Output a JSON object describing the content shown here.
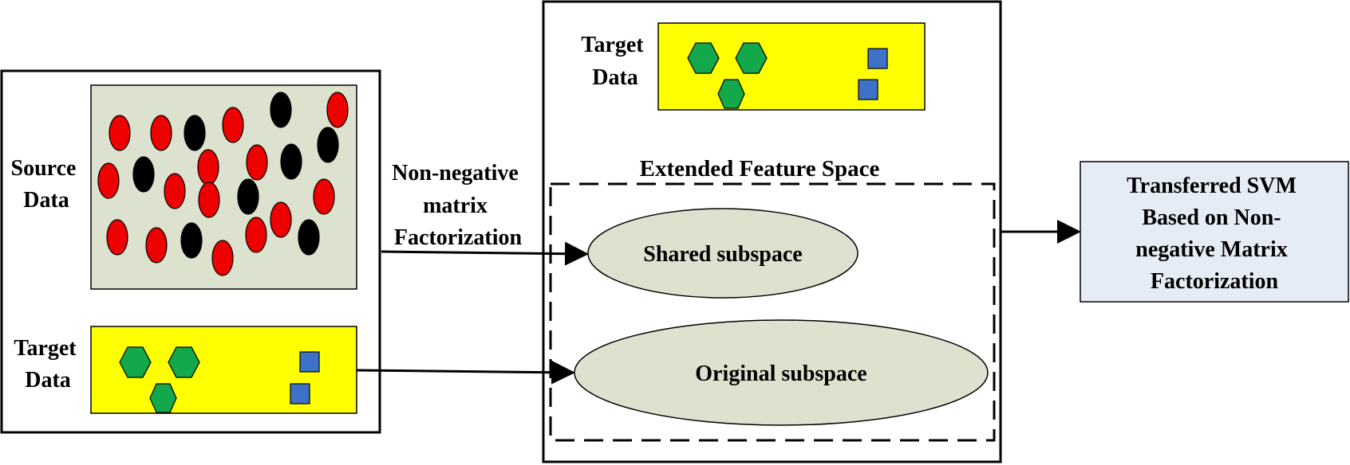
{
  "colors": {
    "gray_panel": "#dde2cf",
    "yellow_panel": "#ffff00",
    "red_ellipse": "#ee0000",
    "black_ellipse": "#000000",
    "green_hexagon": "#13a84a",
    "blue_square": "#3d72c8",
    "ellipse_fill": "#dde2cf",
    "output_box": "#e6ecf6"
  },
  "shapes": {
    "source_red_ellipse": "ellipse",
    "source_black_ellipse": "ellipse",
    "target_hexagon": "hexagon",
    "target_square": "square"
  },
  "left_panel": {
    "source_label": [
      "Source",
      "Data"
    ],
    "target_label": [
      "Target",
      "Data"
    ]
  },
  "nmf_label": [
    "Non-negative",
    "matrix",
    "Factorization"
  ],
  "middle_panel": {
    "target_label": [
      "Target",
      "Data"
    ],
    "extended_space_label": "Extended Feature Space",
    "shared_subspace": "Shared subspace",
    "original_subspace": "Original subspace"
  },
  "output_box": {
    "lines": [
      "Transferred SVM",
      "Based on Non-",
      "negative Matrix",
      "Factorization"
    ]
  }
}
